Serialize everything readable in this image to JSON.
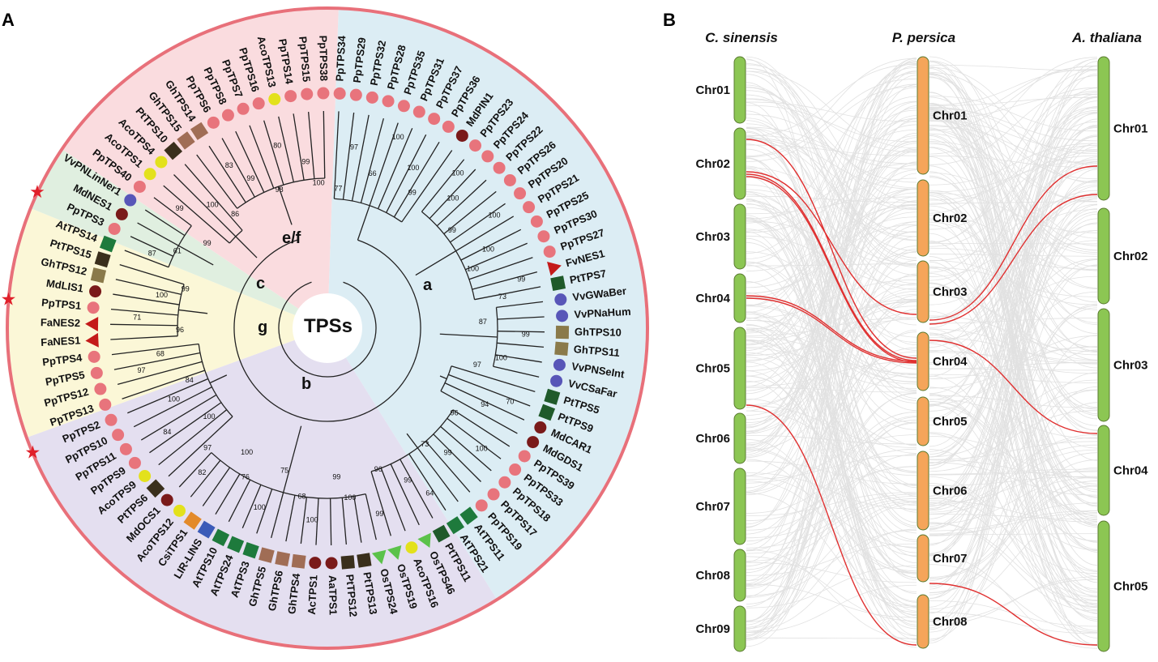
{
  "panels": {
    "a": "A",
    "b": "B"
  },
  "tree": {
    "center_label": "TPSs",
    "clades": [
      {
        "id": "a",
        "label": "a",
        "color": "#dcedf4"
      },
      {
        "id": "b",
        "label": "b",
        "color": "#e4dff0"
      },
      {
        "id": "g",
        "label": "g",
        "color": "#fbf7d7"
      },
      {
        "id": "c",
        "label": "c",
        "color": "#e0efe0"
      },
      {
        "id": "ef",
        "label": "e/f",
        "color": "#fadcdf"
      }
    ],
    "marker_colors": {
      "circle_pink": "#e8747c",
      "circle_yellow": "#e3e11c",
      "circle_brown": "#7a1a1a",
      "circle_blue": "#5856b8",
      "sq_dkgreen": "#1f5a2a",
      "sq_green": "#1e7a3c",
      "sq_olive": "#8a7a4a",
      "sq_brown": "#a06d55",
      "sq_dkbrown": "#3a2f1c",
      "sq_orange": "#e38a2a",
      "sq_blue": "#3b5bb8",
      "tri_red": "#c41a1a",
      "tri_green": "#5bc24a"
    },
    "leaves": [
      {
        "name": "PpTPS34",
        "m": "circle_pink"
      },
      {
        "name": "PpTPS29",
        "m": "circle_pink"
      },
      {
        "name": "PpTPS32",
        "m": "circle_pink"
      },
      {
        "name": "PpTPS28",
        "m": "circle_pink"
      },
      {
        "name": "PpTPS35",
        "m": "circle_pink"
      },
      {
        "name": "PpTPS31",
        "m": "circle_pink"
      },
      {
        "name": "PpTPS37",
        "m": "circle_pink"
      },
      {
        "name": "PpTPS36",
        "m": "circle_pink"
      },
      {
        "name": "MdPIN1",
        "m": "circle_brown"
      },
      {
        "name": "PpTPS23",
        "m": "circle_pink"
      },
      {
        "name": "PpTPS24",
        "m": "circle_pink"
      },
      {
        "name": "PpTPS22",
        "m": "circle_pink"
      },
      {
        "name": "PpTPS26",
        "m": "circle_pink"
      },
      {
        "name": "PpTPS20",
        "m": "circle_pink"
      },
      {
        "name": "PpTPS21",
        "m": "circle_pink"
      },
      {
        "name": "PpTPS25",
        "m": "circle_pink"
      },
      {
        "name": "PpTPS30",
        "m": "circle_pink"
      },
      {
        "name": "PpTPS27",
        "m": "circle_pink"
      },
      {
        "name": "FvNES1",
        "m": "tri_red"
      },
      {
        "name": "PtTPS7",
        "m": "sq_dkgreen"
      },
      {
        "name": "VvGWaBer",
        "m": "circle_blue"
      },
      {
        "name": "VvPNaHum",
        "m": "circle_blue"
      },
      {
        "name": "GhTPS10",
        "m": "sq_olive"
      },
      {
        "name": "GhTPS11",
        "m": "sq_olive"
      },
      {
        "name": "VvPNSeInt",
        "m": "circle_blue"
      },
      {
        "name": "VvCSaFar",
        "m": "circle_blue"
      },
      {
        "name": "PtTPS5",
        "m": "sq_dkgreen"
      },
      {
        "name": "PtTPS9",
        "m": "sq_dkgreen"
      },
      {
        "name": "MdCAR1",
        "m": "circle_brown"
      },
      {
        "name": "MdGDS1",
        "m": "circle_brown"
      },
      {
        "name": "PpTPS39",
        "m": "circle_pink"
      },
      {
        "name": "PpTPS33",
        "m": "circle_pink"
      },
      {
        "name": "PpTPS18",
        "m": "circle_pink"
      },
      {
        "name": "PpTPS17",
        "m": "circle_pink"
      },
      {
        "name": "PpTPS19",
        "m": "circle_pink"
      },
      {
        "name": "AtTPS11",
        "m": "sq_green"
      },
      {
        "name": "AtTPS21",
        "m": "sq_green"
      },
      {
        "name": "PtTPS11",
        "m": "sq_dkgreen"
      },
      {
        "name": "OsTPS46",
        "m": "tri_green"
      },
      {
        "name": "AcoTPS16",
        "m": "circle_yellow"
      },
      {
        "name": "OsTPS19",
        "m": "tri_green"
      },
      {
        "name": "OsTPS24",
        "m": "tri_green"
      },
      {
        "name": "PtTPS13",
        "m": "sq_dkbrown"
      },
      {
        "name": "PtTPS12",
        "m": "sq_dkbrown"
      },
      {
        "name": "AaTPS1",
        "m": "circle_brown"
      },
      {
        "name": "AcTPS1",
        "m": "circle_brown"
      },
      {
        "name": "GhTPS4",
        "m": "sq_brown"
      },
      {
        "name": "GhTPS6",
        "m": "sq_brown"
      },
      {
        "name": "GhTPS5",
        "m": "sq_brown"
      },
      {
        "name": "AtTPS3",
        "m": "sq_green"
      },
      {
        "name": "AtTPS24",
        "m": "sq_green"
      },
      {
        "name": "AtTPS10",
        "m": "sq_green"
      },
      {
        "name": "LIR-LINS",
        "m": "sq_blue"
      },
      {
        "name": "CsiTPS1",
        "m": "sq_orange"
      },
      {
        "name": "AcoTPS12",
        "m": "circle_yellow"
      },
      {
        "name": "MdOCS1",
        "m": "circle_brown"
      },
      {
        "name": "PtTPS6",
        "m": "sq_dkbrown"
      },
      {
        "name": "AcoTPS9",
        "m": "circle_yellow"
      },
      {
        "name": "PpTPS9",
        "m": "circle_pink"
      },
      {
        "name": "PpTPS11",
        "m": "circle_pink"
      },
      {
        "name": "PpTPS10",
        "m": "circle_pink"
      },
      {
        "name": "PpTPS2",
        "m": "circle_pink"
      },
      {
        "name": "PpTPS13",
        "m": "circle_pink"
      },
      {
        "name": "PpTPS12",
        "m": "circle_pink"
      },
      {
        "name": "PpTPS5",
        "m": "circle_pink"
      },
      {
        "name": "PpTPS4",
        "m": "circle_pink"
      },
      {
        "name": "FaNES1",
        "m": "tri_red"
      },
      {
        "name": "FaNES2",
        "m": "tri_red"
      },
      {
        "name": "PpTPS1",
        "m": "circle_pink"
      },
      {
        "name": "MdLIS1",
        "m": "circle_brown"
      },
      {
        "name": "GhTPS12",
        "m": "sq_olive"
      },
      {
        "name": "PtTPS15",
        "m": "sq_dkbrown"
      },
      {
        "name": "AtTPS14",
        "m": "sq_green"
      },
      {
        "name": "PpTPS3",
        "m": "circle_pink"
      },
      {
        "name": "MdNES1",
        "m": "circle_brown"
      },
      {
        "name": "VvPNLinNer1",
        "m": "circle_blue"
      },
      {
        "name": "PpTPS40",
        "m": "circle_pink"
      },
      {
        "name": "AcoTPS1",
        "m": "circle_yellow"
      },
      {
        "name": "AcoTPS4",
        "m": "circle_yellow"
      },
      {
        "name": "PtTPS10",
        "m": "sq_dkbrown"
      },
      {
        "name": "GhTPS15",
        "m": "sq_brown"
      },
      {
        "name": "GhTPS14",
        "m": "sq_brown"
      },
      {
        "name": "PpTPS6",
        "m": "circle_pink"
      },
      {
        "name": "PpTPS8",
        "m": "circle_pink"
      },
      {
        "name": "PpTPS7",
        "m": "circle_pink"
      },
      {
        "name": "PpTPS16",
        "m": "circle_pink"
      },
      {
        "name": "AcoTPS13",
        "m": "circle_yellow"
      },
      {
        "name": "PpTPS14",
        "m": "circle_pink"
      },
      {
        "name": "PpTPS15",
        "m": "circle_pink"
      },
      {
        "name": "PpTPS38",
        "m": "circle_pink"
      }
    ],
    "starred": [
      "PpTPS3",
      "PpTPS1",
      "PpTPS2"
    ],
    "bootstrap": [
      "77",
      "97",
      "66",
      "100",
      "100",
      "99",
      "100",
      "100",
      "99",
      "100",
      "100",
      "100",
      "99",
      "73",
      "87",
      "99",
      "100",
      "97",
      "70",
      "94",
      "96",
      "100",
      "99",
      "73",
      "64",
      "99",
      "96",
      "99",
      "100",
      "99",
      "100",
      "68",
      "75",
      "100",
      "76",
      "100",
      "82",
      "97",
      "100",
      "84",
      "100",
      "84",
      "97",
      "68",
      "96",
      "71",
      "100",
      "99",
      "87",
      "61",
      "99",
      "99",
      "100",
      "86",
      "83",
      "99",
      "98",
      "80",
      "99",
      "100"
    ]
  },
  "synteny": {
    "species": [
      "C. sinensis",
      "P. persica",
      "A. thaliana"
    ],
    "colors": {
      "cs": "#8cc653",
      "pp": "#f5a55a",
      "at": "#8cc653",
      "outline": "#5a7a30",
      "link": "#d8d8d8",
      "red": "#e03030"
    },
    "cs_chr": [
      "Chr01",
      "Chr02",
      "Chr03",
      "Chr04",
      "Chr05",
      "Chr06",
      "Chr07",
      "Chr08",
      "Chr09"
    ],
    "pp_chr": [
      "Chr01",
      "Chr02",
      "Chr03",
      "Chr04",
      "Chr05",
      "Chr06",
      "Chr07",
      "Chr08"
    ],
    "at_chr": [
      "Chr01",
      "Chr02",
      "Chr03",
      "Chr04",
      "Chr05"
    ]
  }
}
